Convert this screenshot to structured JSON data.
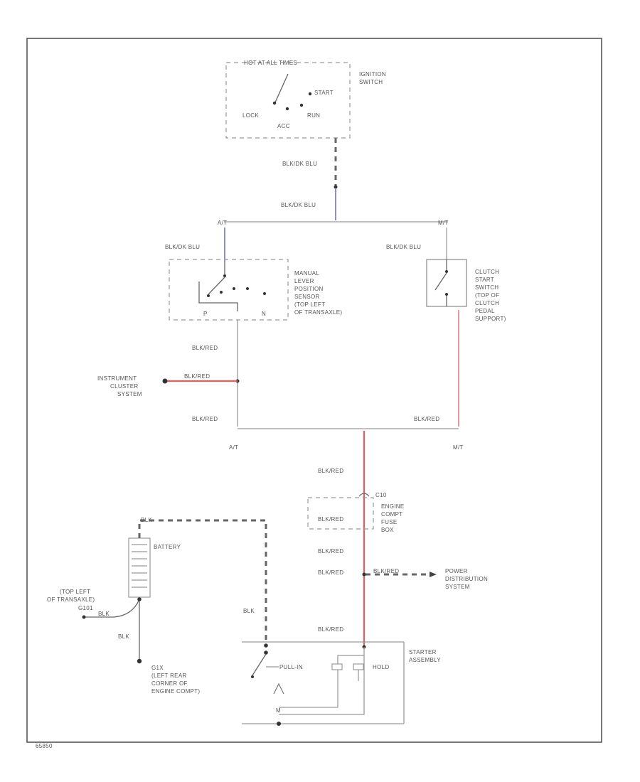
{
  "ignition_switch": {
    "hot_label": "HOT AT ALL TIMES",
    "name": [
      "IGNITION",
      "SWITCH"
    ],
    "positions": {
      "lock": "LOCK",
      "acc": "ACC",
      "run": "RUN",
      "start": "START"
    }
  },
  "wires": {
    "black_blu_1": "BLK/DK BLU",
    "black_blu_2": "BLK/DK BLU",
    "black_blu_at": "BLK/DK BLU",
    "black_blu_mt": "BLK/DK BLU",
    "blk_red_1": "BLK/RED",
    "blk_red_2": "BLK/RED",
    "blk_red_3": "BLK/RED",
    "blk_red_mt": "BLK/RED",
    "blk_red_4": "BLK/RED",
    "blk_red_fuse": "BLK/RED",
    "blk_red_5": "BLK/RED",
    "blk_red_6": "BLK/RED",
    "blk_red_7": "BLK/RED",
    "blk_red_8": "BLK/RED",
    "blk_1": "BLK",
    "blk_2": "BLK",
    "blk_3": "BLK",
    "blk_4": "BLK"
  },
  "branches": {
    "at_top": "A/T",
    "mt_top": "M/T",
    "at_bottom": "A/T",
    "mt_bottom": "M/T"
  },
  "manual_lever_sensor": [
    "MANUAL",
    "LEVER",
    "POSITION",
    "SENSOR",
    "(TOP LEFT",
    "OF TRANSAXLE)"
  ],
  "lever_positions": {
    "p": "P",
    "n": "N"
  },
  "clutch_switch": [
    "CLUTCH",
    "START",
    "SWITCH",
    "(TOP OF",
    "CLUTCH",
    "PEDAL",
    "SUPPORT)"
  ],
  "instrument_cluster": [
    "INSTRUMENT",
    "CLUSTER",
    "SYSTEM"
  ],
  "fuse_box": {
    "fuse": "C10",
    "name": [
      "ENGINE",
      "COMPT",
      "FUSE",
      "BOX"
    ]
  },
  "power_distribution": [
    "POWER",
    "DISTRIBUTION",
    "SYSTEM"
  ],
  "battery": "BATTERY",
  "ground_1": [
    "(TOP LEFT",
    "OF TRANSAXLE)",
    "G101"
  ],
  "ground_2": [
    "G1X",
    "(LEFT REAR",
    "CORNER OF",
    "ENGINE COMPT)"
  ],
  "starter": {
    "name": [
      "STARTER",
      "ASSEMBLY"
    ],
    "pull_in": "PULL-IN",
    "hold": "HOLD",
    "motor": "M"
  },
  "figure_id": "65850"
}
